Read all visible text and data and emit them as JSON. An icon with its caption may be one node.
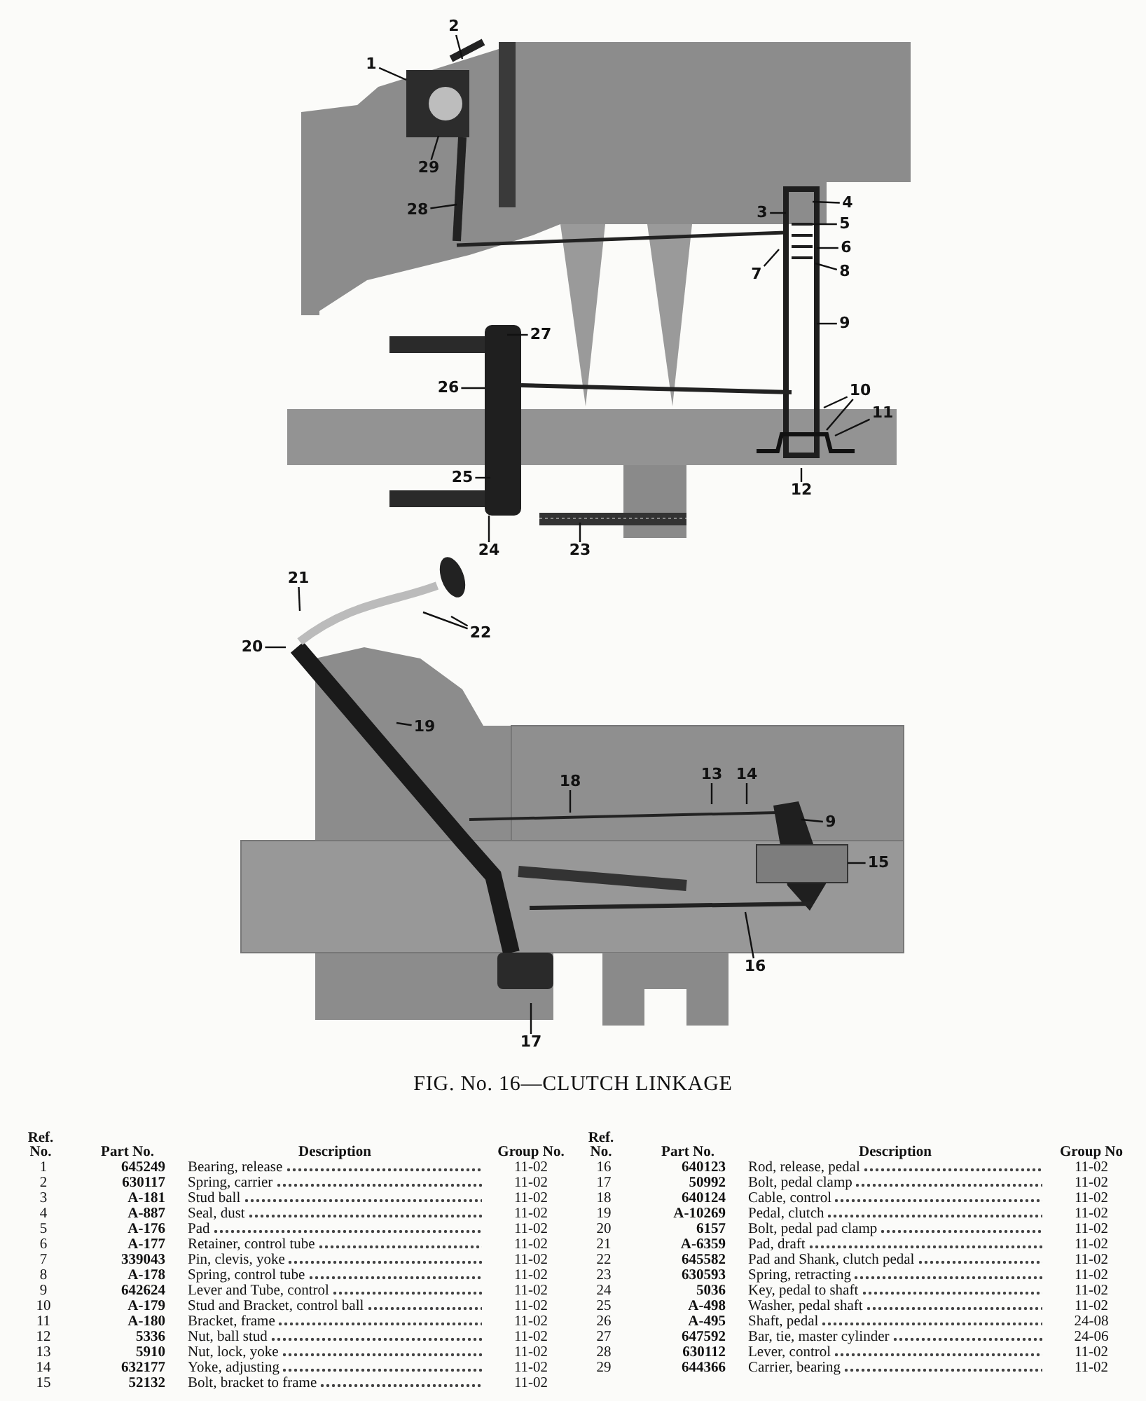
{
  "diagram": {
    "title": "FIG. No. 16—CLUTCH LINKAGE",
    "nodes": [
      {
        "text": [
          "2"
        ]
      },
      {
        "text": [
          "1"
        ]
      },
      {
        "text": [
          "29"
        ]
      },
      {
        "text": [
          "28"
        ]
      },
      {
        "text": [
          "4"
        ]
      },
      {
        "text": [
          "3"
        ]
      },
      {
        "text": [
          "5"
        ]
      },
      {
        "text": [
          "6"
        ]
      },
      {
        "text": [
          "7"
        ]
      },
      {
        "text": [
          "8"
        ]
      },
      {
        "text": [
          "27"
        ]
      },
      {
        "text": [
          "9"
        ]
      },
      {
        "text": [
          "26"
        ]
      },
      {
        "text": [
          "10"
        ]
      },
      {
        "text": [
          "11"
        ]
      },
      {
        "text": [
          "25"
        ]
      },
      {
        "text": [
          "12"
        ]
      },
      {
        "text": [
          "24"
        ]
      },
      {
        "text": [
          "23"
        ]
      },
      {
        "text": [
          "21"
        ]
      },
      {
        "text": [
          "22"
        ]
      },
      {
        "text": [
          "20"
        ]
      },
      {
        "text": [
          "19"
        ]
      },
      {
        "text": [
          "18"
        ]
      },
      {
        "text": [
          "13"
        ]
      },
      {
        "text": [
          "14"
        ]
      },
      {
        "text": [
          "9"
        ]
      },
      {
        "text": [
          "15"
        ]
      },
      {
        "text": [
          "16"
        ]
      },
      {
        "text": [
          "17"
        ]
      }
    ],
    "edges": [
      {
        "from": 0,
        "to": null,
        "arrow": "none"
      },
      {
        "from": 1,
        "to": null,
        "arrow": "none"
      },
      {
        "from": 2,
        "to": null,
        "arrow": "none"
      },
      {
        "from": 3,
        "to": null,
        "arrow": "none"
      },
      {
        "from": 4,
        "to": null,
        "arrow": "none"
      },
      {
        "from": 5,
        "to": null,
        "arrow": "none"
      },
      {
        "from": 6,
        "to": null,
        "arrow": "none"
      },
      {
        "from": 7,
        "to": null,
        "arrow": "none"
      },
      {
        "from": 8,
        "to": null,
        "arrow": "none"
      },
      {
        "from": 9,
        "to": null,
        "arrow": "none"
      },
      {
        "from": 10,
        "to": null,
        "arrow": "none"
      },
      {
        "from": 11,
        "to": null,
        "arrow": "none"
      },
      {
        "from": 12,
        "to": null,
        "arrow": "none"
      },
      {
        "from": 13,
        "to": null,
        "arrow": "none"
      },
      {
        "from": 13,
        "to": null,
        "arrow": "none"
      },
      {
        "from": 14,
        "to": null,
        "arrow": "none"
      },
      {
        "from": 15,
        "to": null,
        "arrow": "none"
      },
      {
        "from": 16,
        "to": null,
        "arrow": "none"
      },
      {
        "from": 17,
        "to": null,
        "arrow": "none"
      },
      {
        "from": 18,
        "to": null,
        "arrow": "none"
      },
      {
        "from": 19,
        "to": null,
        "arrow": "none"
      },
      {
        "from": 20,
        "to": null,
        "arrow": "none"
      },
      {
        "from": 20,
        "to": null,
        "arrow": "none"
      },
      {
        "from": 21,
        "to": null,
        "arrow": "none"
      },
      {
        "from": 22,
        "to": null,
        "arrow": "none"
      },
      {
        "from": 23,
        "to": null,
        "arrow": "none"
      },
      {
        "from": 24,
        "to": null,
        "arrow": "none"
      },
      {
        "from": 25,
        "to": null,
        "arrow": "none"
      },
      {
        "from": 26,
        "to": null,
        "arrow": "none"
      },
      {
        "from": 27,
        "to": null,
        "arrow": "none"
      },
      {
        "from": 28,
        "to": null,
        "arrow": "none"
      },
      {
        "from": 29,
        "to": null,
        "arrow": "none"
      }
    ],
    "labels": [
      "Ref. No.",
      "Part No.",
      "Description",
      "Group No.",
      "1",
      "645249",
      "Bearing, release",
      "11-02",
      "2",
      "630117",
      "Spring, carrier",
      "11-02",
      "3",
      "A-181",
      "Stud ball",
      "11-02",
      "4",
      "A-887",
      "Seal, dust",
      "11-02",
      "5",
      "A-176",
      "Pad",
      "11-02",
      "6",
      "A-177",
      "Retainer, control tube",
      "11-02",
      "7",
      "339043",
      "Pin, clevis, yoke",
      "11-02",
      "8",
      "A-178",
      "Spring, control tube",
      "11-02",
      "9",
      "642624",
      "Lever and Tube, control",
      "11-02",
      "10",
      "A-179",
      "Stud and Bracket, control ball",
      "11-02",
      "11",
      "A-180",
      "Bracket, frame",
      "11-02",
      "12",
      "5336",
      "Nut, ball stud",
      "11-02",
      "13",
      "5910",
      "Nut, lock, yoke",
      "11-02",
      "14",
      "632177",
      "Yoke, adjusting",
      "11-02",
      "15",
      "52132",
      "Bolt, bracket to frame",
      "11-02",
      "Ref. No.",
      "Part No.",
      "Description",
      "Group No",
      "16",
      "640123",
      "Rod, release, pedal",
      "11-02",
      "17",
      "50992",
      "Bolt, pedal clamp",
      "11-02",
      "18",
      "640124",
      "Cable, control",
      "11-02",
      "19",
      "A-10269",
      "Pedal, clutch",
      "11-02",
      "20",
      "6157",
      "Bolt, pedal pad clamp",
      "11-02",
      "21",
      "A-6359",
      "Pad, draft",
      "11-02",
      "22",
      "645582",
      "Pad and Shank, clutch pedal",
      "11-02",
      "23",
      "630593",
      "Spring, retracting",
      "11-02",
      "24",
      "5036",
      "Key, pedal to shaft",
      "11-02",
      "25",
      "A-498",
      "Washer, pedal shaft",
      "11-02",
      "26",
      "A-495",
      "Shaft, pedal",
      "24-08",
      "27",
      "647592",
      "Bar, tie, master cylinder",
      "24-06",
      "28",
      "630112",
      "Lever, control",
      "11-02",
      "29",
      "644366",
      "Carrier, bearing",
      "11-02"
    ]
  }
}
